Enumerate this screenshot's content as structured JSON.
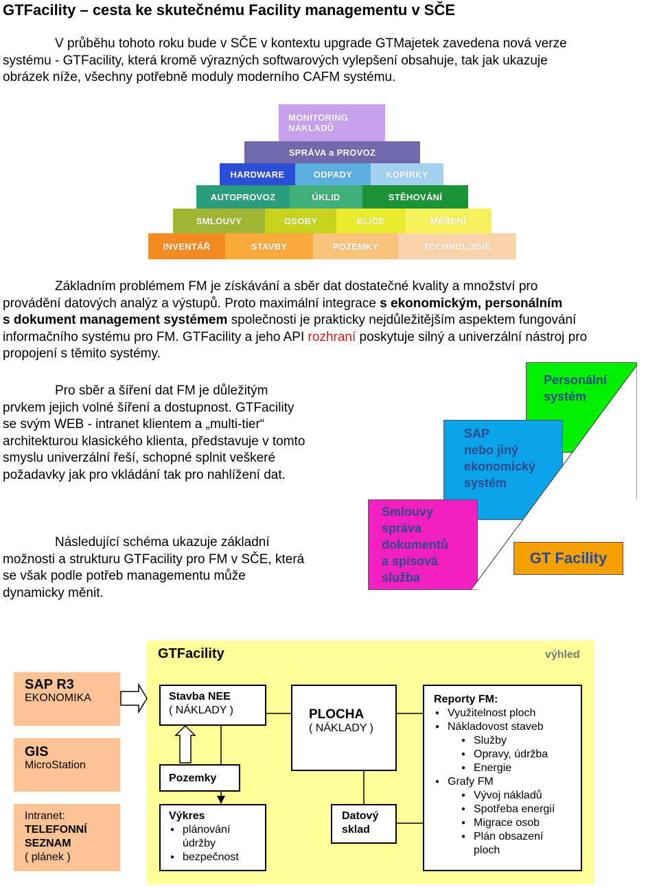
{
  "title": "GTFacility – cesta ke skutečnému Facility managementu v SČE",
  "intro": [
    "V průběhu tohoto roku bude v SČE v kontextu upgrade GTMajetek zavedena nová verze",
    "systému - GTFacility, která kromě výrazných softwarových vylepšení obsahuje, tak jak ukazuje",
    "obrázek níže, všechny potřebně moduly moderního CAFM systému."
  ],
  "pyramid": {
    "row1": [
      "MONITORING",
      "NÁKLADŮ"
    ],
    "row2": "SPRÁVA a PROVOZ",
    "row3": [
      "HARDWARE",
      "ODPADY",
      "KOPÍRKY"
    ],
    "row4": [
      "AUTOPROVOZ",
      "ÚKLID",
      "STĚHOVÁNÍ"
    ],
    "row5": [
      "SMLOUVY",
      "OSOBY",
      "KLÍČE",
      "MĚŘENÍ"
    ],
    "row6": [
      "INVENTÁŘ",
      "STAVBY",
      "POZEMKY",
      "TECHNOLOGIE"
    ],
    "colors": {
      "monitoring": "#c7a1eb",
      "sprava": "#6f68ab",
      "hardware": "#2b4ed8",
      "odpady": "#5aaee0",
      "kopirky": "#a3d1f2",
      "autoprovoz": "#2a9e7c",
      "uklid": "#3fae78",
      "stehovani": "#1a9436",
      "smlouvy": "#a1b634",
      "osoby": "#c6d21c",
      "klice": "#e9ec2c",
      "mereni": "#f6f25c",
      "inventar": "#f38b22",
      "stavby": "#f8a93a",
      "pozemky": "#f9c47a",
      "technologie": "#fbd3a8"
    }
  },
  "para2": {
    "line1": "Základním problémem FM je získávání a sběr dat dostatečné kvality a množství pro",
    "line2a": "provádění datových analýz a výstupů. Proto maximální integrace ",
    "line2b": "s ekonomickým, personálním",
    "line3a": "s dokument management systémem",
    "line3b": " společnosti je prakticky nejdůležitějším aspektem fungování",
    "line4a": "informačního systému pro FM. GTFacility a jeho API ",
    "line4b": "rozhraní",
    "line4c": " poskytuje silný a univerzální nástroj pro",
    "line5": "propojení s těmito systémy."
  },
  "para3": [
    "Pro sběr a šíření dat FM je důležitým",
    "prvkem jejich volné šíření a dostupnost. GTFacility",
    "se svým WEB - intranet klientem a „multi-tier“",
    "architekturou klasického klienta, představuje v tomto",
    "smyslu univerzální řeší, schopné splnit veškeré",
    "požadavky jak pro vkládání tak pro nahlížení dat."
  ],
  "para4": [
    "Následující schéma  ukazuje základní",
    "možnosti a strukturu GTFacility pro FM v SČE, která",
    "se však podle potřeb managementu může",
    "dynamicky měnit."
  ],
  "systems": {
    "personal": [
      "Personální",
      "systém"
    ],
    "sap": [
      "SAP",
      "nebo jiný",
      "ekonomický",
      "systém"
    ],
    "smlouvy": [
      "Smlouvy",
      "správa",
      "dokumentů",
      "a spisová",
      "služba"
    ],
    "gt": "GT Facility",
    "colors": {
      "green": "#00ee00",
      "blue": "#0aa2e8",
      "magenta": "#f21fc1",
      "orange": "#f6a000",
      "text_dark": "#2d4a8a"
    }
  },
  "diagram": {
    "title": "GTFacility",
    "vyhled": "výhled",
    "sap": {
      "title": "SAP R3",
      "sub": "EKONOMIKA"
    },
    "gis": {
      "title": "GIS",
      "sub": "MicroStation"
    },
    "intranet": {
      "l1": "Intranet:",
      "l2": "TELEFONNÍ",
      "l3": "SEZNAM",
      "l4": "( plánek )"
    },
    "stavba": {
      "title": "Stavba NEE",
      "sub": "( NÁKLADY )"
    },
    "pozemky": "Pozemky",
    "vykres": {
      "title": "Výkres",
      "items": [
        "plánování",
        "údržby",
        "bezpečnost"
      ]
    },
    "plocha": {
      "title": "PLOCHA",
      "sub": "(  NÁKLADY )"
    },
    "datovy": {
      "l1": "Datový",
      "l2": "sklad"
    },
    "reporty": {
      "title": "Reporty FM:",
      "items": [
        "Využitelnost ploch",
        "Nákladovost staveb"
      ],
      "sub1": [
        "Služby",
        "Opravy, údržba",
        "Energie"
      ],
      "items2": [
        "Grafy FM"
      ],
      "sub2": [
        "Vývoj nákladů",
        "Spotřeba energií",
        "Migrace osob",
        "Plán obsazení ploch"
      ]
    },
    "colors": {
      "panel": "#ffff99",
      "orange_box": "#fdc394"
    }
  }
}
